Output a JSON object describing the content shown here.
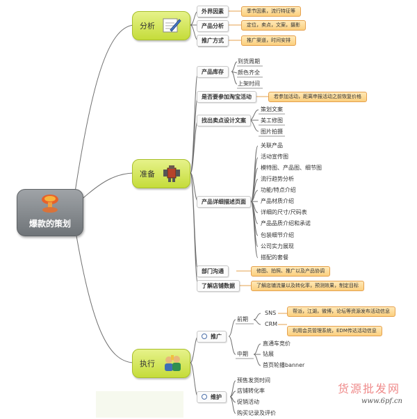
{
  "root": {
    "label": "爆款的策划"
  },
  "branches": {
    "analysis": {
      "label": "分析",
      "items": [
        {
          "label": "外界因素",
          "note": "季节因素，流行特征等"
        },
        {
          "label": "产品分析",
          "note": "定位，卖点，文案，摄影"
        },
        {
          "label": "推广方式",
          "note": "推广渠道，时间安排"
        }
      ]
    },
    "prepare": {
      "label": "准备",
      "stock": {
        "label": "产品库存",
        "leaves": [
          "到货周期",
          "颜色齐全",
          "上架时间"
        ]
      },
      "taobao": {
        "label": "是否要参加淘宝活动",
        "note": "若参加活动，距离申报活动之前恢复价格"
      },
      "selling": {
        "label": "找出卖点设计文案",
        "leaves": [
          "策划文案",
          "美工修图",
          "图片拍摄"
        ]
      },
      "detail": {
        "label": "产品详细描述页面",
        "leaves": [
          "关联产品",
          "活动宣传图",
          "模特图、产品图、细节图",
          "流行趋势分析",
          "功能/特点介绍",
          "产品材质介绍",
          "详细的尺寸/尺码表",
          "产品品质介绍和承诺",
          "包装细节介绍",
          "公司实力展现",
          "搭配的套餐"
        ]
      },
      "dept": {
        "label": "部门沟通",
        "note": "修图、拍照、推广以及产品协调"
      },
      "store": {
        "label": "了解店铺数据",
        "note": "了解店铺流量以及转化率，预测效果，制定目标"
      }
    },
    "execute": {
      "label": "执行",
      "promote": {
        "label": "推广",
        "early": {
          "label": "前期",
          "sns": {
            "label": "SNS",
            "note": "帮派，江湖，微博，论坛等资源发布活动信息"
          },
          "crm": {
            "label": "CRM",
            "note": "利用会员管理系统，EDM传达活动信息"
          }
        },
        "mid": {
          "label": "中期",
          "leaves": [
            "直通车竞价",
            "钻展",
            "首页轮播banner"
          ]
        }
      },
      "maintain": {
        "label": "维护",
        "leaves": [
          "预售发货时间",
          "店铺转化率",
          "促销活动",
          "购买记录及评价"
        ]
      }
    }
  },
  "watermark": {
    "site_name": "货源批发网",
    "url": "www.6pf.cn"
  },
  "colors": {
    "main_node": "#cfe146",
    "root_node": "#8a8e92",
    "note_fill": "#fcd58a",
    "connector": "#6f6f6f"
  }
}
